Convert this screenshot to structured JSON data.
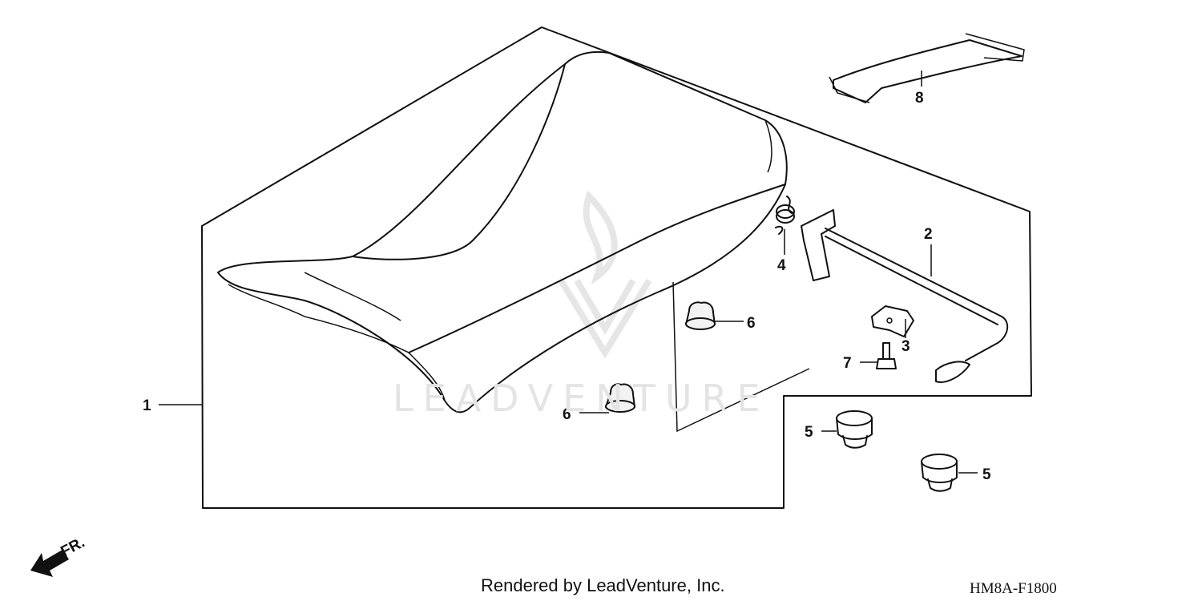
{
  "diagram": {
    "callouts": [
      "1",
      "2",
      "3",
      "4",
      "5",
      "5",
      "6",
      "6",
      "7",
      "8"
    ],
    "direction_label": "FR.",
    "watermark": "LEADVENTURE"
  },
  "footer": {
    "credit": "Rendered by LeadVenture, Inc.",
    "code": "HM8A-F1800"
  }
}
